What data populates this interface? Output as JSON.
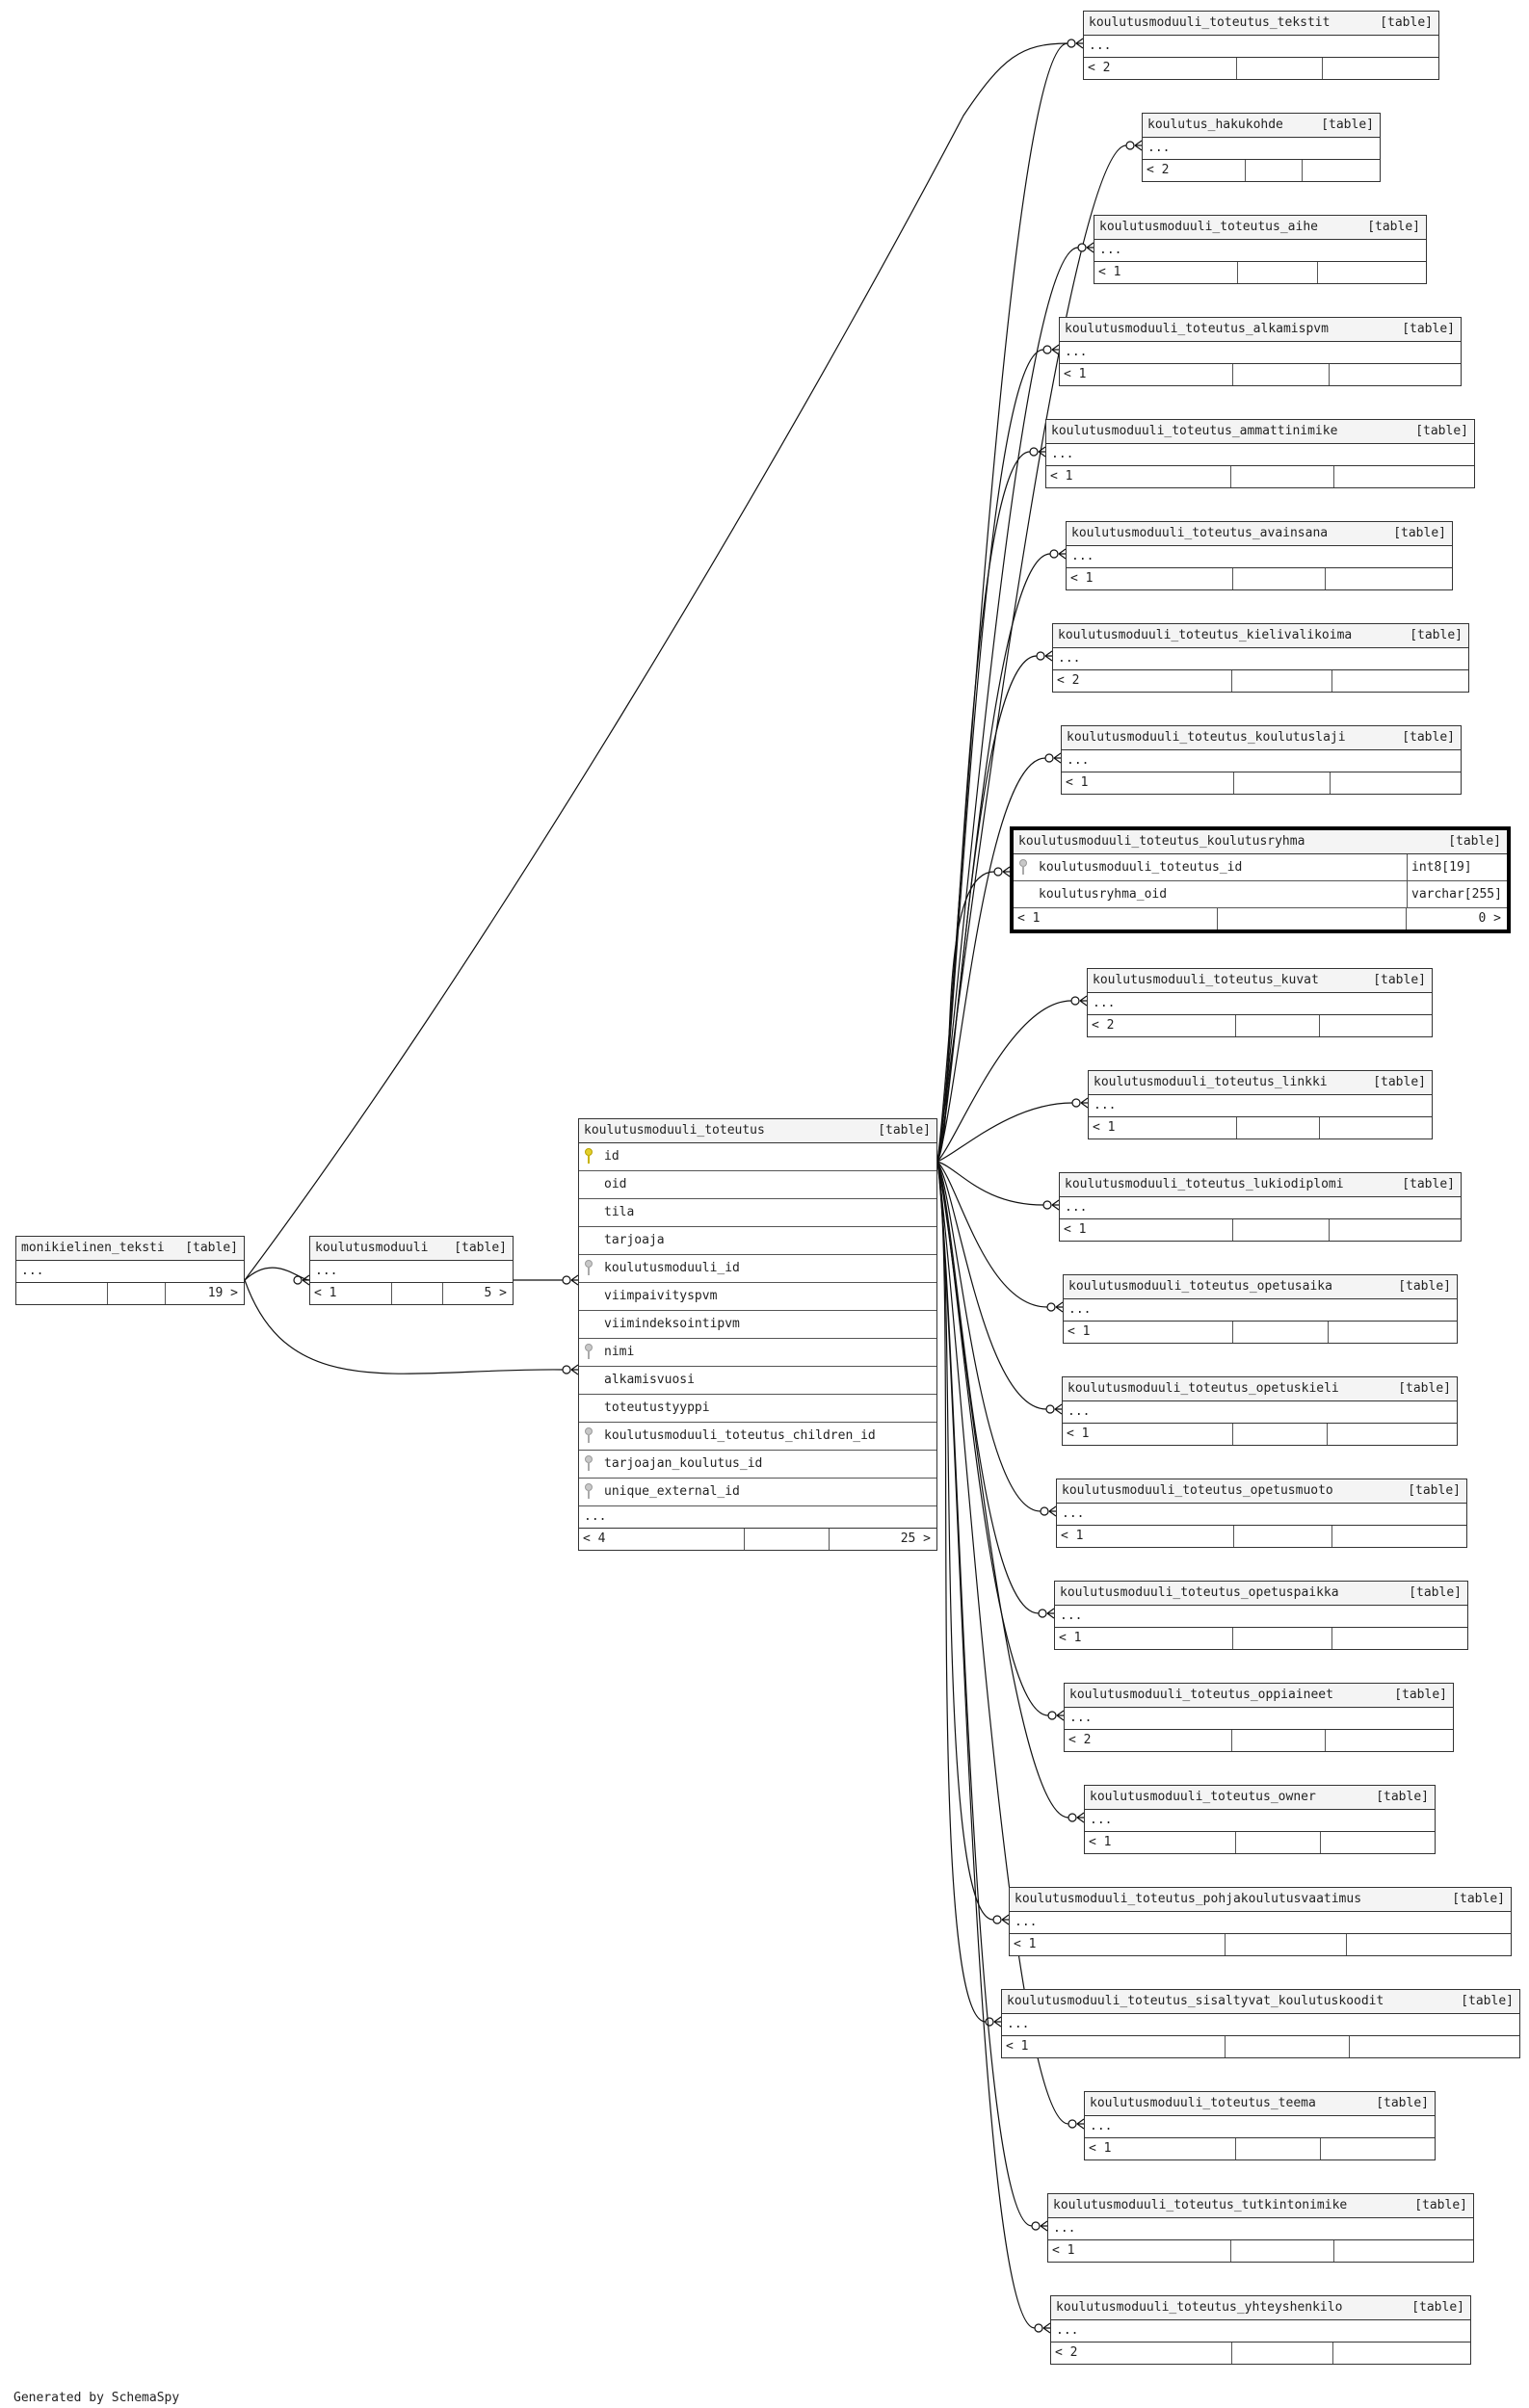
{
  "labels": {
    "table_kind": "[table]",
    "ellipsis": "...",
    "prev": "<",
    "next": ">"
  },
  "footer": "Generated by SchemaSpy",
  "main_table": {
    "name": "koulutusmoduuli_toteutus",
    "columns": [
      {
        "name": "id",
        "key": "pk"
      },
      {
        "name": "oid",
        "key": ""
      },
      {
        "name": "tila",
        "key": ""
      },
      {
        "name": "tarjoaja",
        "key": ""
      },
      {
        "name": "koulutusmoduuli_id",
        "key": "fk"
      },
      {
        "name": "viimpaivityspvm",
        "key": ""
      },
      {
        "name": "viimindeksointipvm",
        "key": ""
      },
      {
        "name": "nimi",
        "key": "fk"
      },
      {
        "name": "alkamisvuosi",
        "key": ""
      },
      {
        "name": "toteutustyyppi",
        "key": ""
      },
      {
        "name": "koulutusmoduuli_toteutus_children_id",
        "key": "fk"
      },
      {
        "name": "tarjoajan_koulutus_id",
        "key": "fk"
      },
      {
        "name": "unique_external_id",
        "key": "fk"
      }
    ],
    "parents": "4",
    "children": "25"
  },
  "left_tables": [
    {
      "id": "monikielinen_teksti",
      "name": "monikielinen_teksti",
      "parents": "",
      "children": "19"
    },
    {
      "id": "koulutusmoduuli",
      "name": "koulutusmoduuli",
      "parents": "1",
      "children": "5"
    }
  ],
  "selected_table": {
    "name": "koulutusmoduuli_toteutus_koulutusryhma",
    "columns": [
      {
        "name": "koulutusmoduuli_toteutus_id",
        "type": "int8[19]",
        "key": "fk"
      },
      {
        "name": "koulutusryhma_oid",
        "type": "varchar[255]",
        "key": ""
      }
    ],
    "parents": "1",
    "children": "0"
  },
  "child_tables": [
    {
      "name": "koulutusmoduuli_toteutus_tekstit",
      "parents": "2"
    },
    {
      "name": "koulutus_hakukohde",
      "parents": "2"
    },
    {
      "name": "koulutusmoduuli_toteutus_aihe",
      "parents": "1"
    },
    {
      "name": "koulutusmoduuli_toteutus_alkamispvm",
      "parents": "1"
    },
    {
      "name": "koulutusmoduuli_toteutus_ammattinimike",
      "parents": "1"
    },
    {
      "name": "koulutusmoduuli_toteutus_avainsana",
      "parents": "1"
    },
    {
      "name": "koulutusmoduuli_toteutus_kielivalikoima",
      "parents": "2"
    },
    {
      "name": "koulutusmoduuli_toteutus_koulutuslaji",
      "parents": "1"
    },
    {
      "name": "koulutusmoduuli_toteutus_kuvat",
      "parents": "2"
    },
    {
      "name": "koulutusmoduuli_toteutus_linkki",
      "parents": "1"
    },
    {
      "name": "koulutusmoduuli_toteutus_lukiodiplomi",
      "parents": "1"
    },
    {
      "name": "koulutusmoduuli_toteutus_opetusaika",
      "parents": "1"
    },
    {
      "name": "koulutusmoduuli_toteutus_opetuskieli",
      "parents": "1"
    },
    {
      "name": "koulutusmoduuli_toteutus_opetusmuoto",
      "parents": "1"
    },
    {
      "name": "koulutusmoduuli_toteutus_opetuspaikka",
      "parents": "1"
    },
    {
      "name": "koulutusmoduuli_toteutus_oppiaineet",
      "parents": "2"
    },
    {
      "name": "koulutusmoduuli_toteutus_owner",
      "parents": "1"
    },
    {
      "name": "koulutusmoduuli_toteutus_pohjakoulutusvaatimus",
      "parents": "1"
    },
    {
      "name": "koulutusmoduuli_toteutus_sisaltyvat_koulutuskoodit",
      "parents": "1"
    },
    {
      "name": "koulutusmoduuli_toteutus_teema",
      "parents": "1"
    },
    {
      "name": "koulutusmoduuli_toteutus_tutkintonimike",
      "parents": "1"
    },
    {
      "name": "koulutusmoduuli_toteutus_yhteyshenkilo",
      "parents": "2"
    }
  ]
}
